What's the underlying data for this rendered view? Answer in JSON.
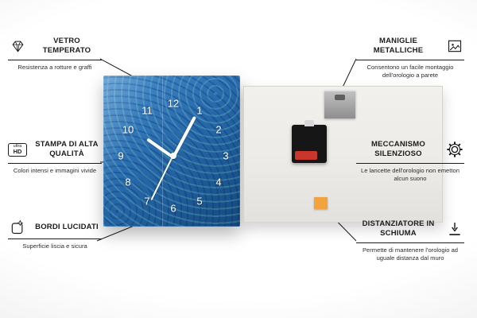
{
  "callouts": {
    "vetro_temperato": {
      "title": "VETRO TEMPERATO",
      "subtitle": "Resistenza a rotture e graffi"
    },
    "stampa_alta_qualita": {
      "title": "STAMPA DI ALTA QUALITÀ",
      "subtitle": "Colori intensi e immagini vivide",
      "badge_top": "ultra",
      "badge_bottom": "HD"
    },
    "bordi_lucidati": {
      "title": "BORDI LUCIDATI",
      "subtitle": "Superficie liscia e sicura"
    },
    "maniglie_metalliche": {
      "title": "MANIGLIE METALLICHE",
      "subtitle": "Consentono un facile montaggio dell'orologio a parete"
    },
    "meccanismo_silenzioso": {
      "title": "MECCANISMO SILENZIOSO",
      "subtitle": "Le lancette dell'orologio non emetton alcun suono"
    },
    "distanziatore_schiuma": {
      "title": "DISTANZIATORE IN SCHIUMA",
      "subtitle": "Permette di mantenere l'orologio ad uguale distanza dal muro"
    }
  },
  "clock": {
    "numbers": [
      "1",
      "2",
      "3",
      "4",
      "5",
      "6",
      "7",
      "8",
      "9",
      "10",
      "11",
      "12"
    ]
  },
  "colors": {
    "ink": "#1c1c1c",
    "clock_blue": "#2a6cb0",
    "foam_orange": "#f2a33c",
    "battery_red": "#c9372c",
    "back_gray": "#edebe7"
  }
}
